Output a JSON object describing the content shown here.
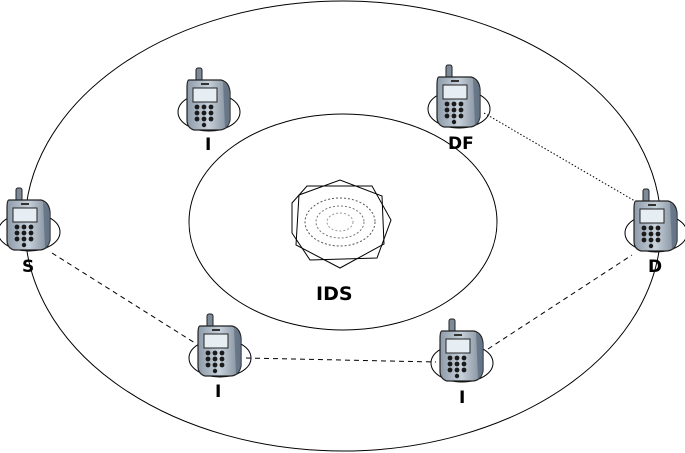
{
  "center": {
    "label": "IDS",
    "icon": "ids-hexagon-icon"
  },
  "nodes": [
    {
      "id": "n1",
      "label": "I",
      "icon": "mobile-phone-icon"
    },
    {
      "id": "n2",
      "label": "DF",
      "icon": "mobile-phone-icon"
    },
    {
      "id": "n3",
      "label": "S",
      "icon": "mobile-phone-icon"
    },
    {
      "id": "n4",
      "label": "D",
      "icon": "mobile-phone-icon"
    },
    {
      "id": "n5",
      "label": "I",
      "icon": "mobile-phone-icon"
    },
    {
      "id": "n6",
      "label": "I",
      "icon": "mobile-phone-icon"
    }
  ],
  "links": [
    {
      "from": "n3",
      "to": "n5",
      "style": "dashed"
    },
    {
      "from": "n5",
      "to": "n6",
      "style": "dashed"
    },
    {
      "from": "n6",
      "to": "n4",
      "style": "dashed"
    },
    {
      "from": "n2",
      "to": "n4",
      "style": "dotted"
    }
  ],
  "colors": {
    "phone_body": "#a9b6c4",
    "phone_screen": "#e8eef4",
    "line": "#000000"
  }
}
